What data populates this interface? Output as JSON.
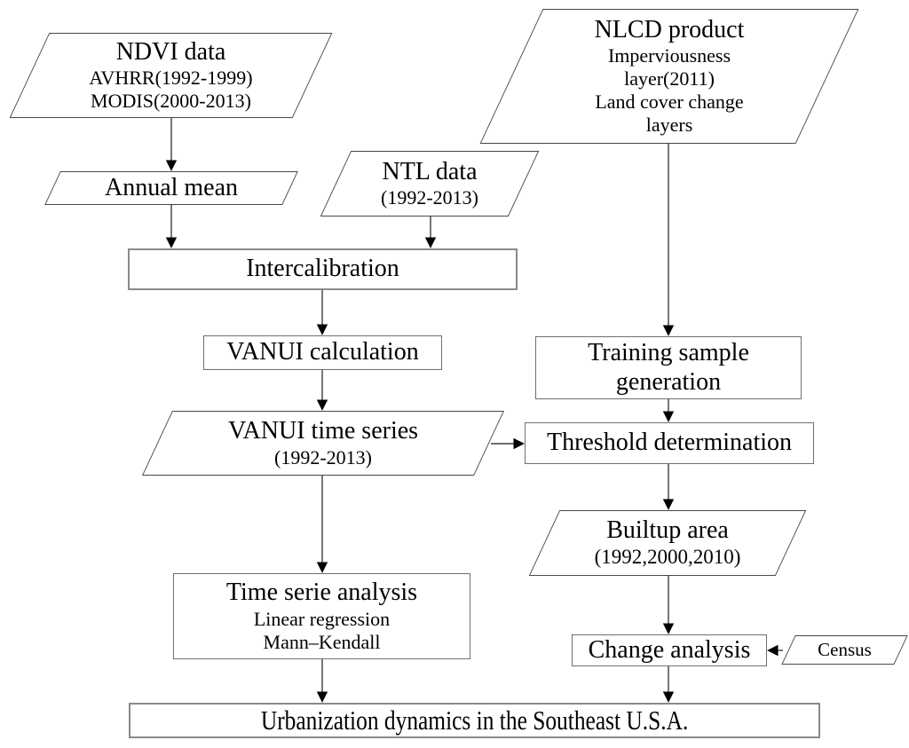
{
  "colors": {
    "background": "#ffffff",
    "ink": "#000000",
    "box_border": "#6f6f6f"
  },
  "diagram": {
    "nodes": {
      "ndvi": {
        "title": "NDVI data",
        "lines": [
          "AVHRR(1992-1999)",
          "MODIS(2000-2013)"
        ]
      },
      "annual_mean": {
        "title": "Annual mean"
      },
      "ntl": {
        "title": "NTL data",
        "lines": [
          "(1992-2013)"
        ]
      },
      "nlcd": {
        "title": "NLCD product",
        "lines": [
          "Imperviousness",
          "layer(2011)",
          "Land cover change",
          "layers"
        ]
      },
      "intercalibration": {
        "title": "Intercalibration"
      },
      "vanui_calc": {
        "title": "VANUI calculation"
      },
      "vanui_ts": {
        "title": "VANUI time series",
        "lines": [
          "(1992-2013)"
        ]
      },
      "training": {
        "title": "Training sample generation"
      },
      "threshold": {
        "title": "Threshold determination"
      },
      "builtup": {
        "title": "Builtup area",
        "lines": [
          "(1992,2000,2010)"
        ]
      },
      "time_serie": {
        "title": "Time serie analysis",
        "lines": [
          "Linear regression",
          "Mann–Kendall"
        ]
      },
      "change": {
        "title": "Change analysis"
      },
      "census": {
        "title": "Census"
      },
      "urbanization": {
        "title": "Urbanization dynamics in the Southeast U.S.A."
      }
    },
    "edges": [
      {
        "from": "NDVI data",
        "to": "Annual mean"
      },
      {
        "from": "Annual mean",
        "to": "Intercalibration"
      },
      {
        "from": "NTL data",
        "to": "Intercalibration"
      },
      {
        "from": "Intercalibration",
        "to": "VANUI calculation"
      },
      {
        "from": "VANUI calculation",
        "to": "VANUI time series"
      },
      {
        "from": "VANUI time series",
        "to": "Time serie analysis"
      },
      {
        "from": "VANUI time series",
        "to": "Threshold determination"
      },
      {
        "from": "Time serie analysis",
        "to": "Urbanization dynamics in the Southeast U.S.A."
      },
      {
        "from": "NLCD product",
        "to": "Training sample generation"
      },
      {
        "from": "Training sample generation",
        "to": "Threshold determination"
      },
      {
        "from": "Threshold determination",
        "to": "Builtup area"
      },
      {
        "from": "Builtup area",
        "to": "Change analysis"
      },
      {
        "from": "Census",
        "to": "Change analysis"
      },
      {
        "from": "Change analysis",
        "to": "Urbanization dynamics in the Southeast U.S.A."
      }
    ]
  }
}
